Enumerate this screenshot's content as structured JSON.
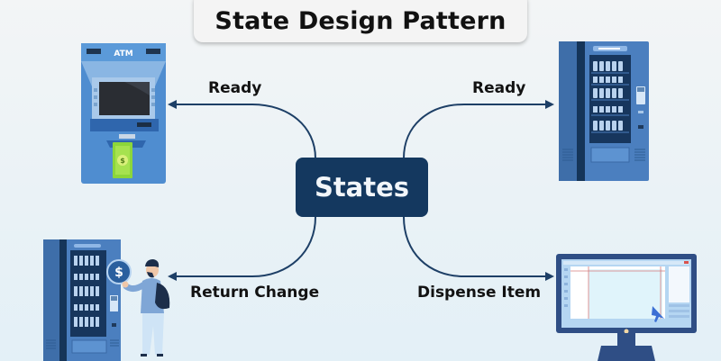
{
  "title": "State Design Pattern",
  "center_node": {
    "label": "States",
    "color": "#14385f"
  },
  "branches": [
    {
      "id": "top-left",
      "label": "Ready",
      "target": "ATM machine"
    },
    {
      "id": "top-right",
      "label": "Ready",
      "target": "Vending machine"
    },
    {
      "id": "bottom-left",
      "label": "Return Change",
      "target": "Person at vending machine with coin"
    },
    {
      "id": "bottom-right",
      "label": "Dispense Item",
      "target": "Computer monitor"
    }
  ],
  "illustrations": {
    "atm": {
      "sign": "ATM",
      "cash_symbol": "$"
    },
    "coin": {
      "symbol": "$"
    }
  },
  "colors": {
    "connector": "#1d3f66",
    "machine_blue": "#4a86c8",
    "machine_dark": "#163a62",
    "cash_green": "#8cd63a"
  }
}
